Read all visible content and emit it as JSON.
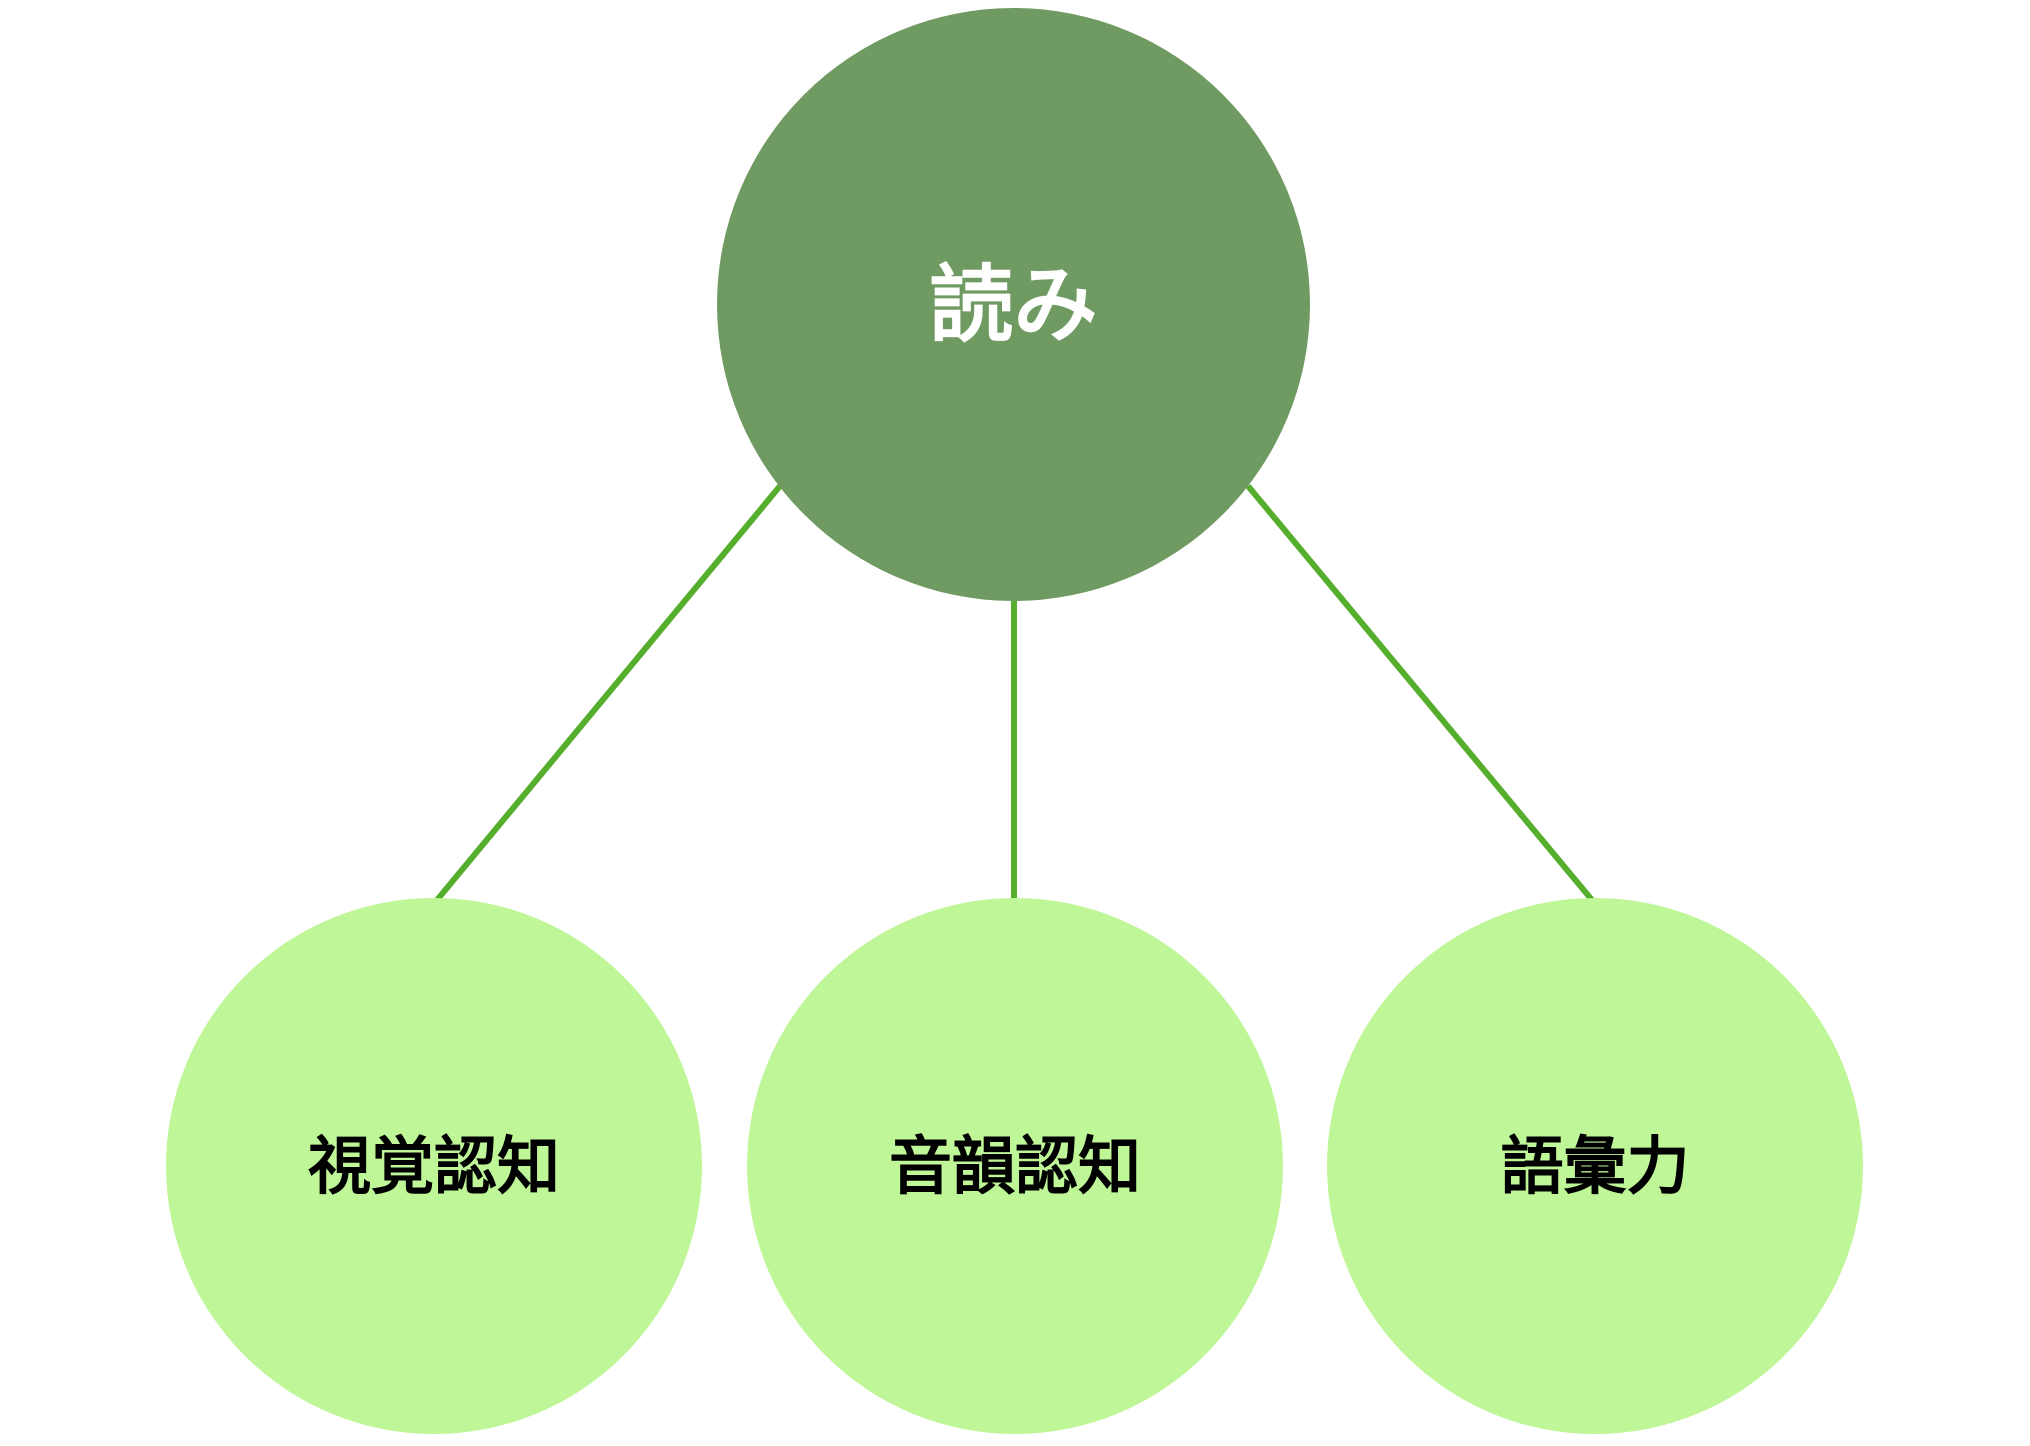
{
  "diagram": {
    "type": "hierarchy",
    "root": {
      "label": "読み",
      "fill": "#6F9A61",
      "text_color": "#FFFFFF"
    },
    "children": [
      {
        "label": "視覚認知",
        "fill": "#BFF698",
        "text_color": "#000000"
      },
      {
        "label": "音韻認知",
        "fill": "#BFF698",
        "text_color": "#000000"
      },
      {
        "label": "語彙力",
        "fill": "#BFF698",
        "text_color": "#000000"
      }
    ],
    "connector_color": "#55AE2C",
    "edges": [
      {
        "from": "読み",
        "to": "視覚認知"
      },
      {
        "from": "読み",
        "to": "音韻認知"
      },
      {
        "from": "読み",
        "to": "語彙力"
      }
    ]
  }
}
